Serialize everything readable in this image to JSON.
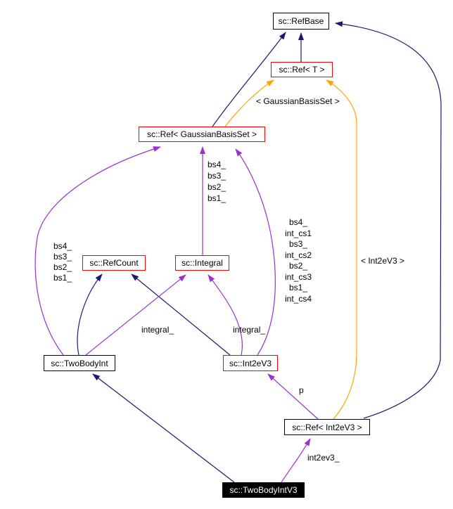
{
  "diagram": {
    "kind": "collaboration-graph",
    "background": "#ffffff"
  },
  "colors": {
    "inheritance_edge": "#191970",
    "usage_edge": "#9a32cd",
    "template_edge": "#ffa500",
    "highlight_node_border": "#ff0000",
    "node_border": "#000000",
    "focus_node_background": "#000000",
    "focus_node_text": "#ffffff"
  },
  "nodes": {
    "refbase": {
      "label": "sc::RefBase"
    },
    "ref_t": {
      "label": "sc::Ref< T >"
    },
    "ref_gbs": {
      "label": "sc::Ref< GaussianBasisSet >"
    },
    "refcount": {
      "label": "sc::RefCount"
    },
    "integral": {
      "label": "sc::Integral"
    },
    "twobodyint": {
      "label": "sc::TwoBodyInt"
    },
    "int2ev3": {
      "label": "sc::Int2eV3"
    },
    "ref_int2ev3": {
      "label": "sc::Ref< Int2eV3 >"
    },
    "twobodyintv3": {
      "label": "sc::TwoBodyIntV3"
    }
  },
  "edge_labels": {
    "template_gbs": "< GaussianBasisSet >",
    "template_int2ev3": "< Int2eV3 >",
    "left_bs": [
      "bs4_",
      "bs3_",
      "bs2_",
      "bs1_"
    ],
    "mid_bs": [
      "bs4_",
      "bs3_",
      "bs2_",
      "bs1_"
    ],
    "right_bs": [
      "bs4_",
      "int_cs1",
      "bs3_",
      "int_cs2",
      "bs2_",
      "int_cs3",
      "bs1_",
      "int_cs4"
    ],
    "integral_left": "integral_",
    "integral_right": "integral_",
    "p": "p",
    "int2ev3": "int2ev3_"
  }
}
